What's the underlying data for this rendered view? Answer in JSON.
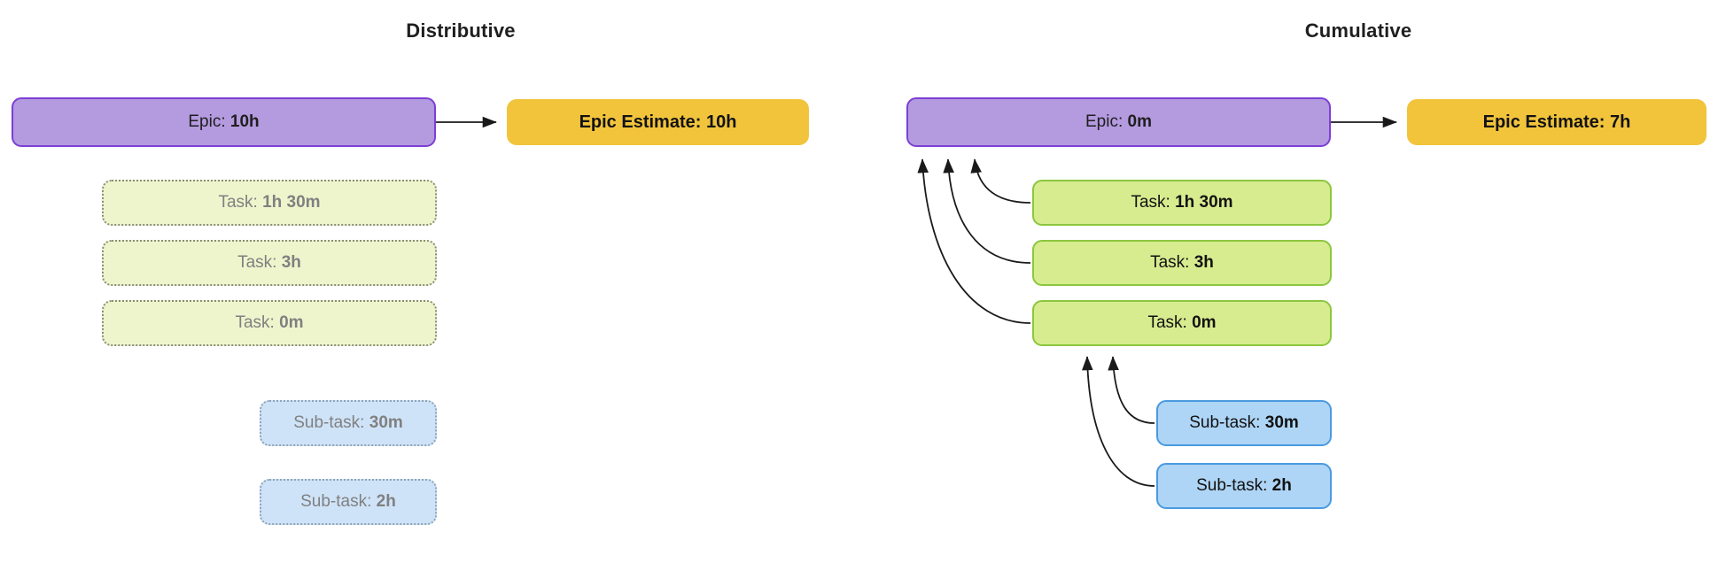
{
  "diagram": {
    "title_left": "Distributive",
    "title_right": "Cumulative",
    "colors": {
      "epic_fill": "#b49adf",
      "epic_border": "#7d3fd6",
      "estimate_fill": "#f2c43c",
      "task_fill_faded": "#eef5cd",
      "task_fill_solid": "#d7ec8f",
      "task_border_solid": "#8cc63f",
      "subtask_fill_faded": "#cfe3f8",
      "subtask_fill_solid": "#aed5f5",
      "subtask_border_solid": "#4a9ae0",
      "faded_text": "#808080",
      "arrow": "#1a1a1a"
    }
  },
  "distributive": {
    "epic": {
      "label": "Epic:",
      "value": "10h"
    },
    "estimate": {
      "label": "Epic Estimate:",
      "value": "10h"
    },
    "tasks": [
      {
        "label": "Task:",
        "value": "1h 30m"
      },
      {
        "label": "Task:",
        "value": "3h"
      },
      {
        "label": "Task:",
        "value": "0m"
      }
    ],
    "subtasks": [
      {
        "label": "Sub-task:",
        "value": "30m"
      },
      {
        "label": "Sub-task:",
        "value": "2h"
      }
    ]
  },
  "cumulative": {
    "epic": {
      "label": "Epic:",
      "value": "0m"
    },
    "estimate": {
      "label": "Epic Estimate:",
      "value": "7h"
    },
    "tasks": [
      {
        "label": "Task:",
        "value": "1h 30m"
      },
      {
        "label": "Task:",
        "value": "3h"
      },
      {
        "label": "Task:",
        "value": "0m"
      }
    ],
    "subtasks": [
      {
        "label": "Sub-task:",
        "value": "30m"
      },
      {
        "label": "Sub-task:",
        "value": "2h"
      }
    ]
  }
}
